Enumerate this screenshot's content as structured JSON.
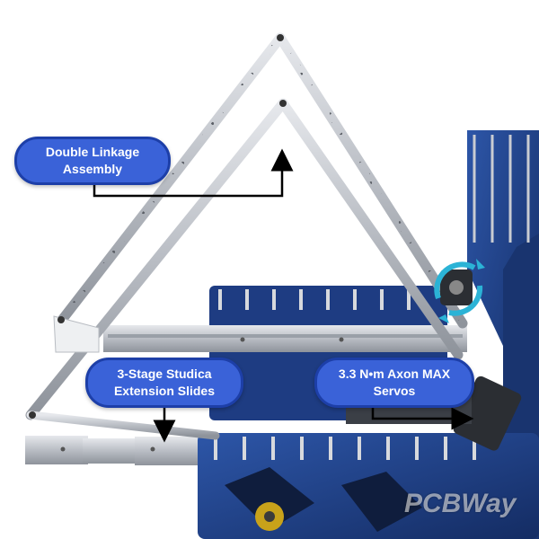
{
  "callouts": {
    "linkage": {
      "line1": "Double Linkage",
      "line2": "Assembly"
    },
    "slides": {
      "line1": "3-Stage Studica",
      "line2": "Extension Slides"
    },
    "servos": {
      "line1": "3.3 N•m Axon MAX",
      "line2": "Servos"
    }
  },
  "watermark": {
    "text": "PCBWay"
  },
  "colors": {
    "callout_fill": "#3a62d8",
    "callout_border": "#1d3fa8",
    "frame_blue": "#1f3f86",
    "frame_dark": "#0f1d3d",
    "metal": "#c9ccd2",
    "rotation_arrow": "#2bb3d6",
    "pointer": "#000000"
  },
  "icons": {
    "rotation": "circular-rotation-arrows-icon"
  }
}
